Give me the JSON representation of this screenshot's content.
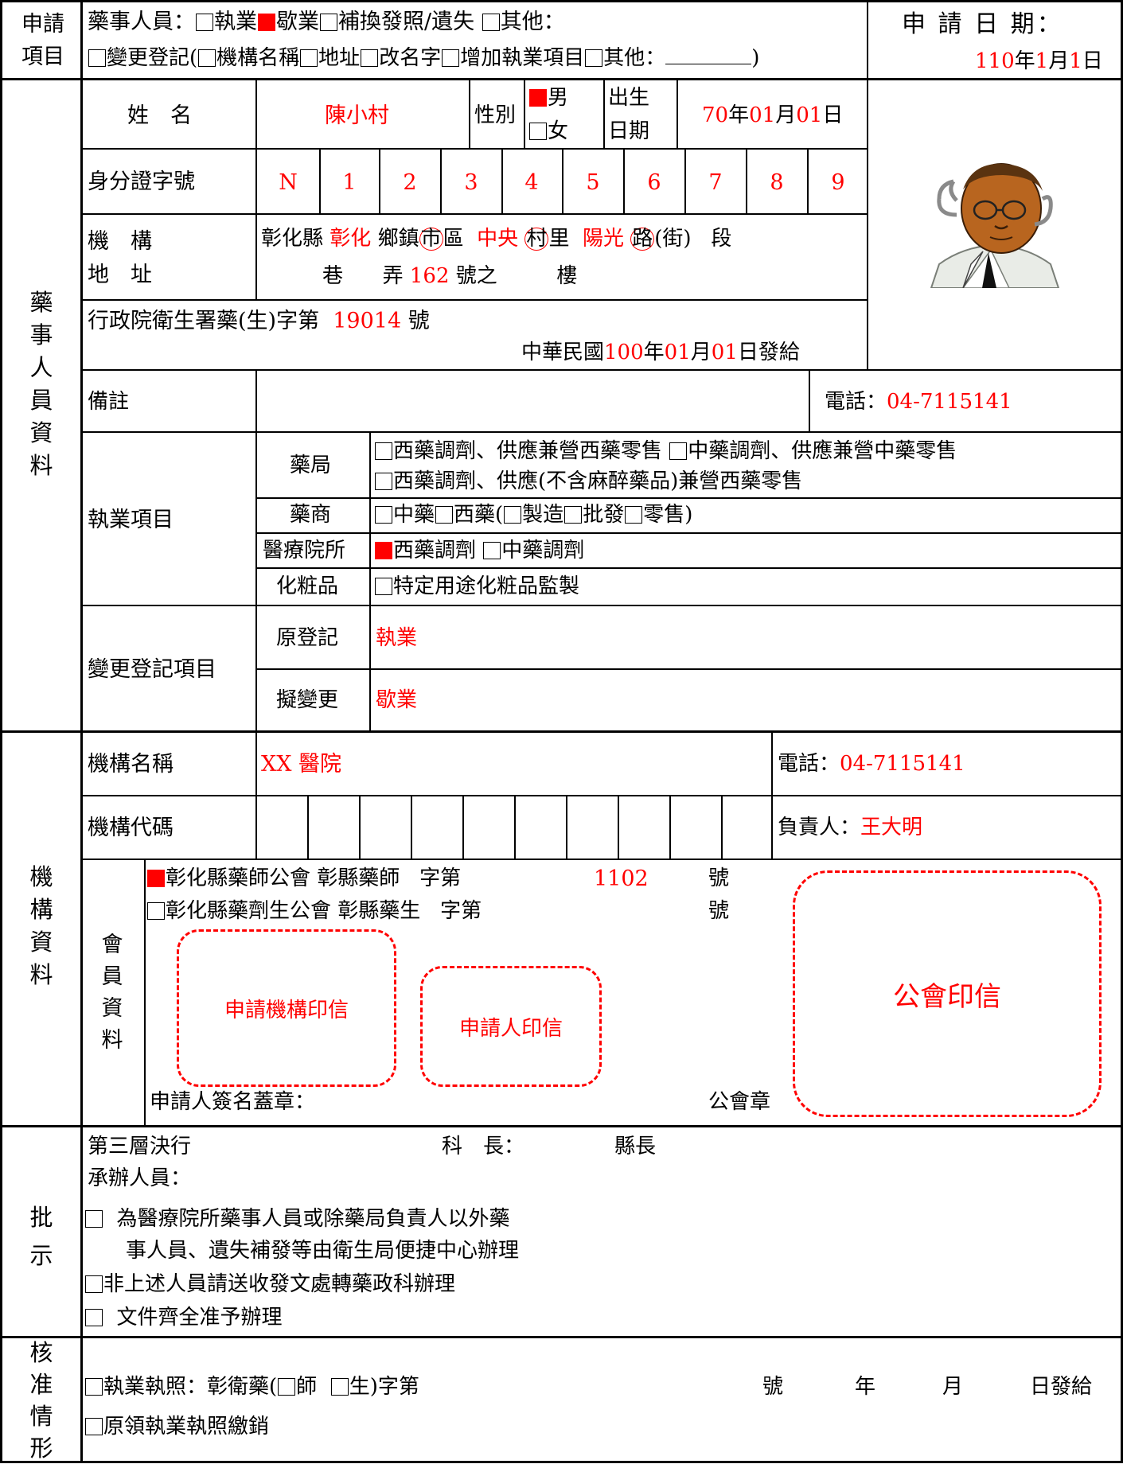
{
  "header": {
    "section_label": "申請項目",
    "row1": {
      "prefix": "藥事人員：",
      "opt_practice": "執業",
      "opt_closure": "歇業",
      "opt_reissue": "補換發照/遺失",
      "opt_other": "其他："
    },
    "row2": {
      "prefix": "變更登記(",
      "opt_name": "機構名稱",
      "opt_address": "地址",
      "opt_rename": "改名字",
      "opt_add": "增加執業項目",
      "opt_other": "其他：",
      "suffix": ")"
    },
    "date_label": "申 請 日 期：",
    "date": {
      "year": "110",
      "y": "年",
      "month": "1",
      "m": "月",
      "day": "1",
      "d": "日"
    }
  },
  "personnel": {
    "section_label": "藥事人員資料",
    "name_label": "姓　名",
    "name_value": "陳小村",
    "gender_label": "性別",
    "gender_male": "男",
    "gender_female": "女",
    "birth_label_1": "出生",
    "birth_label_2": "日期",
    "birth": {
      "year": "70",
      "y": "年",
      "month": "01",
      "m": "月",
      "day": "01",
      "d": "日"
    },
    "id_label": "身分證字號",
    "id_digits": [
      "N",
      "1",
      "2",
      "3",
      "4",
      "5",
      "6",
      "7",
      "8",
      "9"
    ],
    "address_label_1": "機　構",
    "address_label_2": "地　址",
    "address": {
      "county": "彰化縣",
      "town": "彰化",
      "town_unit_1": "鄉鎮",
      "town_unit_city": "市",
      "town_unit_2": "區",
      "village": "中央",
      "village_unit_circled": "村",
      "village_unit_2": "里",
      "road": "陽光",
      "road_unit_circled": "路",
      "road_unit_2": "(街)",
      "section": "段",
      "lane": "巷",
      "alley": "弄",
      "number": "162",
      "number_unit": "號之",
      "floor": "樓"
    },
    "license_prefix": "行政院衛生署藥(生)字第",
    "license_number": "19014",
    "license_suffix": "號",
    "issue_prefix": "中華民國",
    "issue_date": {
      "year": "100",
      "y": "年",
      "month": "01",
      "m": "月",
      "day": "01",
      "d": "日發給"
    },
    "photo_icon": "pharmacist-clipart-icon",
    "remarks_label": "備註",
    "phone_label": "電話：",
    "phone_value": "04-7115141"
  },
  "practice": {
    "label": "執業項目",
    "pharmacy_label": "藥局",
    "pharmacy_opt1": "西藥調劑、供應兼營西藥零售",
    "pharmacy_opt2": "中藥調劑、供應兼營中藥零售",
    "pharmacy_opt3": "西藥調劑、供應(不含麻醉藥品)兼營西藥零售",
    "dealer_label": "藥商",
    "dealer_chinese": "中藥",
    "dealer_western": "西藥(",
    "dealer_mfg": "製造",
    "dealer_wholesale": "批發",
    "dealer_retail": "零售)",
    "hospital_label": "醫療院所",
    "hospital_western": "西藥調劑",
    "hospital_chinese": "中藥調劑",
    "cosmetic_label": "化粧品",
    "cosmetic_opt": "特定用途化粧品監製"
  },
  "change": {
    "label": "變更登記項目",
    "original_label": "原登記",
    "original_value": "執業",
    "proposed_label": "擬變更",
    "proposed_value": "歇業"
  },
  "institution": {
    "section_label": "機構資料",
    "name_label": "機構名稱",
    "name_value": "XX 醫院",
    "phone_label": "電話：",
    "phone_value": "04-7115141",
    "code_label": "機構代碼",
    "head_label": "負責人：",
    "head_value": "王大明",
    "member_label": "會員資料",
    "assoc1_name": "彰化縣藥師公會",
    "assoc1_prefix": "彰縣藥師",
    "assoc1_mid": "字第",
    "assoc1_number": "1102",
    "assoc1_suffix": "號",
    "assoc2_name": "彰化縣藥劑生公會",
    "assoc2_prefix": "彰縣藥生",
    "assoc2_mid": "字第",
    "assoc2_suffix": "號",
    "stamp_institution": "申請機構印信",
    "stamp_applicant": "申請人印信",
    "stamp_union": "公會印信",
    "sign_label": "申請人簽名蓋章：",
    "union_seal_label": "公會章"
  },
  "approval": {
    "section_label": "批示",
    "level": "第三層決行",
    "chief": "科　長：",
    "magistrate": "縣長",
    "handler": "承辦人員：",
    "opt1_line1": "為醫療院所藥事人員或除藥局負責人以外藥",
    "opt1_line2": "事人員、遺失補發等由衛生局便捷中心辦理",
    "opt2": "非上述人員請送收發文處轉藥政科辦理",
    "opt3": "文件齊全准予辦理"
  },
  "verification": {
    "section_label": "核准情形",
    "license_prefix": "執業執照：彰衛藥(",
    "pharmacist": "師",
    "assistant": "生)字第",
    "num": "號",
    "year": "年",
    "month": "月",
    "day_issue": "日發給",
    "revoke": "原領執業執照繳銷"
  }
}
